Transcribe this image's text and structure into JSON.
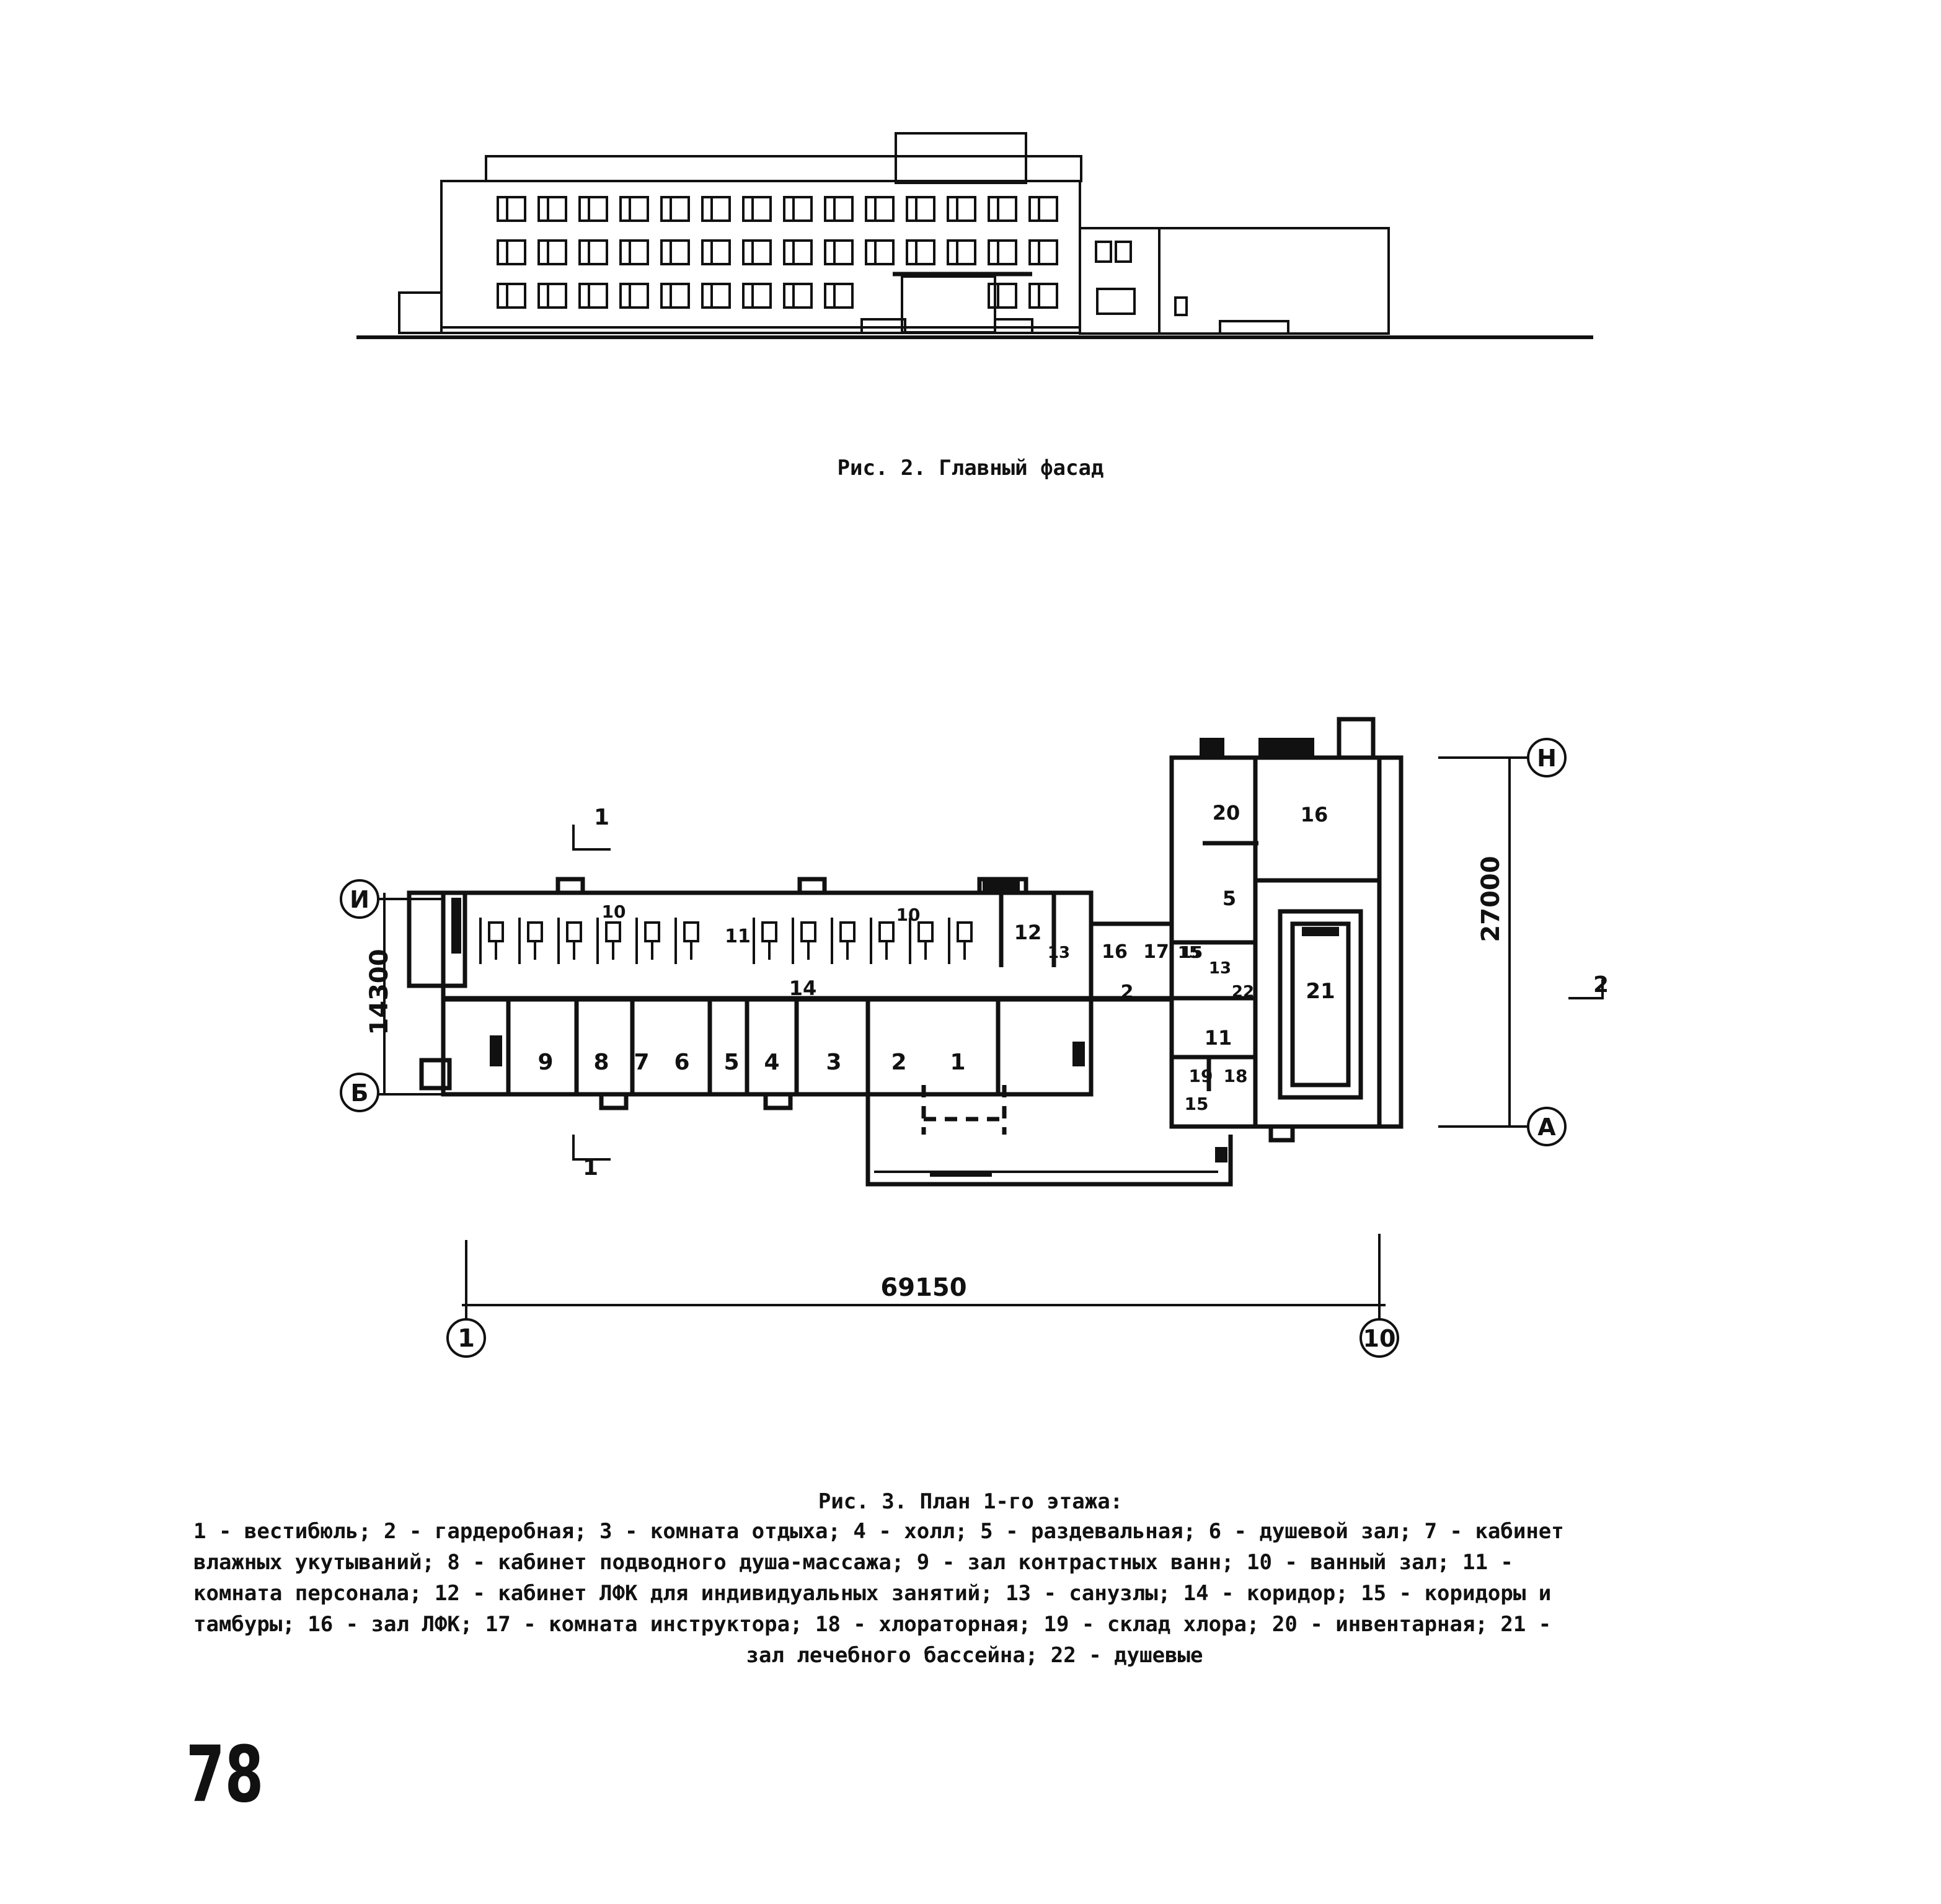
{
  "figures": {
    "facade_caption": "Рис. 2. Главный фасад",
    "plan_caption": "Рис. 3. План 1-го этажа:"
  },
  "legend": [
    "1 - вестибюль; 2 - гардеробная; 3 - комната отдыха; 4 - холл; 5 - раздевальная; 6 - душевой зал; 7 - кабинет",
    "влажных укутываний; 8 - кабинет подводного душа-массажа; 9 - зал контрастных ванн; 10 - ванный зал; 11 -",
    "комната персонала; 12 - кабинет ЛФК для индивидуальных занятий; 13 - санузлы; 14 - коридор; 15 - коридоры и",
    "тамбуры; 16 - зал ЛФК; 17 - комната инструктора; 18 - хлораторная; 19 - склад хлора; 20 - инвентарная; 21 -",
    "зал лечебного бассейна; 22 - душевые"
  ],
  "plan": {
    "dimensions": {
      "overall_length": "69150",
      "left_depth": "14300",
      "right_depth": "27000"
    },
    "axes": {
      "axis_1": "1",
      "axis_10": "10",
      "axis_I": "И",
      "axis_B": "Б",
      "axis_N": "Н",
      "axis_A": "А"
    },
    "section_marks": {
      "top": "1",
      "bottom": "1",
      "right": "2"
    },
    "rooms": {
      "r1": "1",
      "r2": "2",
      "r3": "3",
      "r4": "4",
      "r5": "5",
      "r6": "6",
      "r7": "7",
      "r8": "8",
      "r9": "9",
      "r10a": "10",
      "r10b": "10",
      "r11a": "11",
      "r12": "12",
      "r13": "13",
      "r14": "14",
      "r15a": "15",
      "r16a": "16",
      "r17": "17",
      "r2b": "2",
      "r20": "20",
      "r16b": "16",
      "r5b": "5",
      "r15b": "15",
      "r13b": "13",
      "r22": "22",
      "r21": "21",
      "r11b": "11",
      "r19": "19",
      "r18": "18",
      "r15c": "15"
    }
  },
  "page_number": "78"
}
